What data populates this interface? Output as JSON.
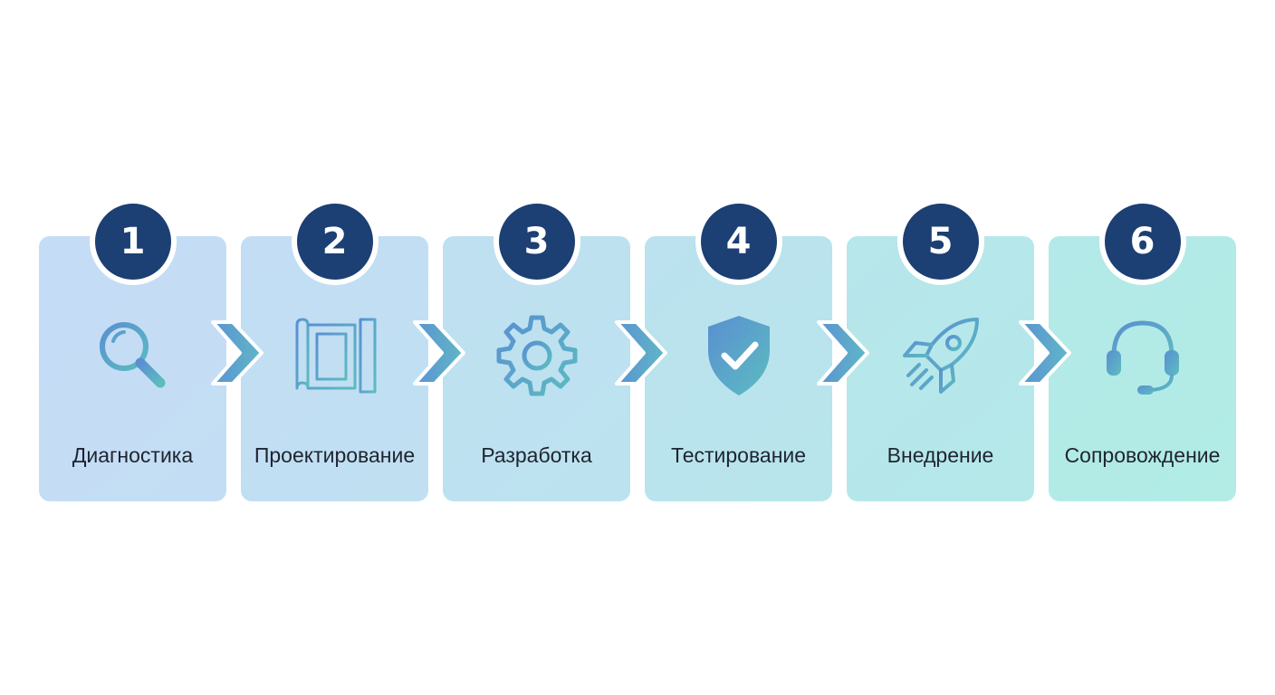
{
  "steps": [
    {
      "number": "1",
      "label": "Диагностика",
      "icon": "magnifier-icon"
    },
    {
      "number": "2",
      "label": "Проектирование",
      "icon": "blueprint-icon"
    },
    {
      "number": "3",
      "label": "Разработка",
      "icon": "gear-icon"
    },
    {
      "number": "4",
      "label": "Тестирование",
      "icon": "shield-check-icon"
    },
    {
      "number": "5",
      "label": "Внедрение",
      "icon": "rocket-icon"
    },
    {
      "number": "6",
      "label": "Сопровождение",
      "icon": "headset-icon"
    }
  ],
  "colors": {
    "badge": "#1c3f74",
    "icon_start": "#5a8fd2",
    "icon_end": "#5cbcc0",
    "text": "#1f2430"
  }
}
